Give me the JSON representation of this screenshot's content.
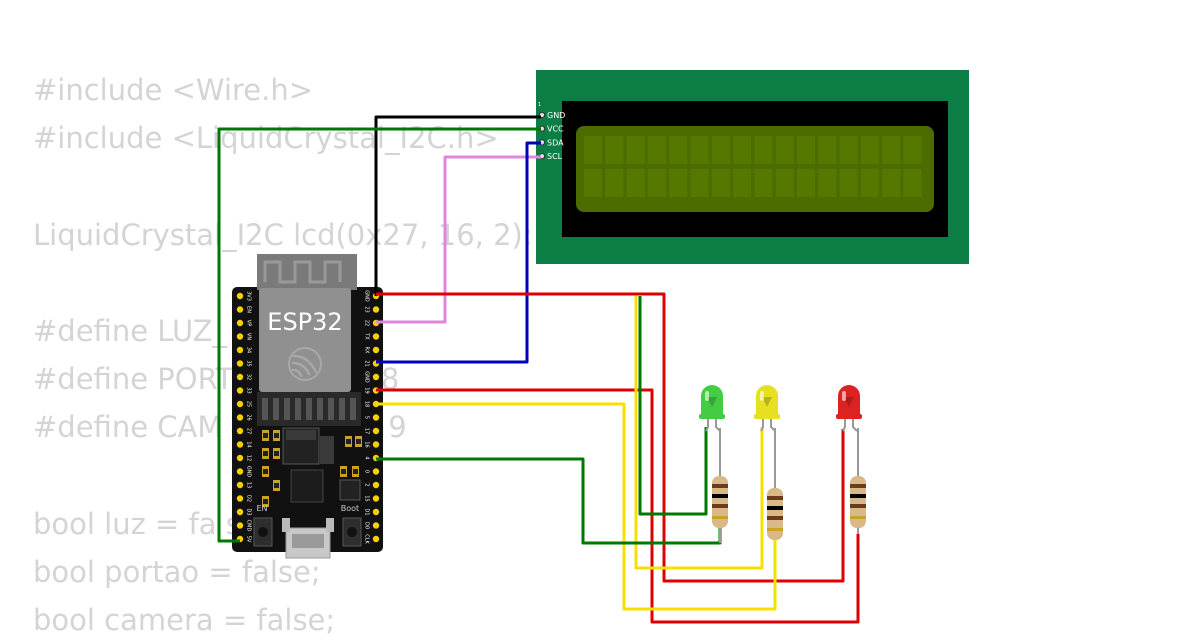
{
  "code_lines": [
    "#include <Wire.h>",
    "#include <LiquidCrystal_I2C.h>",
    "",
    "LiquidCrystal_I2C lcd(0x27, 16, 2);",
    "",
    "#define LUZ_",
    "#define PORT                8",
    "#define CAM                  9",
    "",
    "bool luz = fa se",
    "bool portao = false;",
    "bool camera = false;"
  ],
  "lcd": {
    "pin_1_marker": "1",
    "pins": [
      "GND",
      "VCC",
      "SDA",
      "SCL"
    ],
    "colors": {
      "frame": "#0b7d45",
      "bezel": "#000000",
      "screen": "#4d6c00"
    }
  },
  "esp32": {
    "module_label": "ESP32",
    "en_label": "EN",
    "boot_label": "Boot",
    "left_pins": [
      "3V3",
      "EN",
      "VP",
      "VN",
      "34",
      "35",
      "32",
      "33",
      "25",
      "26",
      "27",
      "14",
      "12",
      "GND",
      "13",
      "D2",
      "D3",
      "CMD",
      "5V"
    ],
    "right_pins": [
      "GND",
      "23",
      "22",
      "TX",
      "RX",
      "21",
      "GND",
      "19",
      "18",
      "5",
      "17",
      "16",
      "4",
      "0",
      "2",
      "15",
      "D1",
      "D0",
      "CLK"
    ],
    "colors": {
      "board": "#111111",
      "module": "#909090",
      "pin": "#f5d000"
    }
  },
  "leds": [
    {
      "color_name": "green",
      "color": "#44cc44"
    },
    {
      "color_name": "yellow",
      "color": "#e6e020"
    },
    {
      "color_name": "red",
      "color": "#dd2222"
    }
  ],
  "wire_colors": {
    "black": "#000000",
    "green": "#007700",
    "pink": "#dd88dd",
    "blue": "#0000bb",
    "red": "#dd0000",
    "yellow": "#f7e000"
  }
}
